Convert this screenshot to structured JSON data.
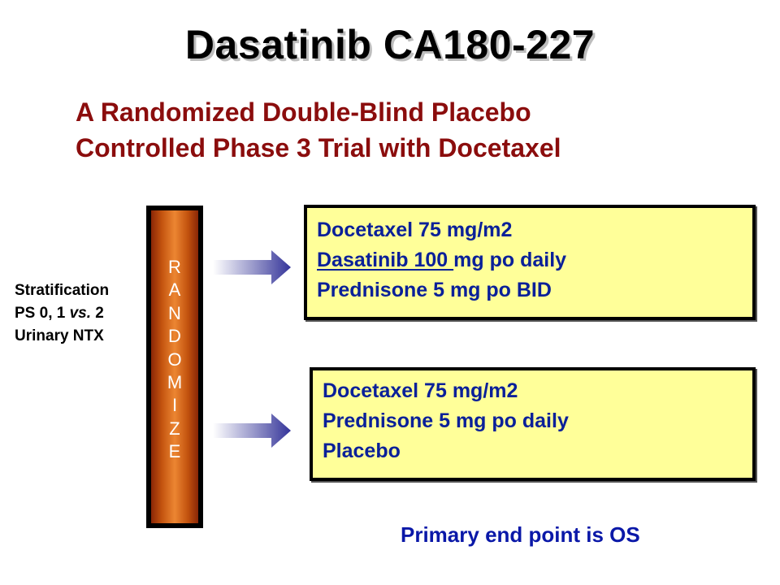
{
  "title": "Dasatinib CA180-227",
  "subtitle": {
    "line1": "A Randomized Double-Blind Placebo",
    "line2": "Controlled Phase 3 Trial with Docetaxel"
  },
  "stratification": {
    "line1": "Stratification",
    "line2_prefix": "PS 0, 1 ",
    "line2_italic": "vs.",
    "line2_suffix": " 2",
    "line3": "Urinary NTX"
  },
  "randomize_letters": [
    "R",
    "A",
    "N",
    "D",
    "O",
    "M",
    "I",
    "Z",
    "E"
  ],
  "arm1": {
    "line1": "Docetaxel 75 mg/m2",
    "line2_underlined": "Dasatinib 100 ",
    "line2_rest": "mg po daily",
    "line3": "Prednisone 5 mg po BID"
  },
  "arm2": {
    "line1": "Docetaxel 75 mg/m2",
    "line2": "Prednisone 5 mg po daily",
    "line3": "Placebo"
  },
  "endpoint": "Primary end point is OS",
  "colors": {
    "title": "#000000",
    "subtitle": "#8b0d0d",
    "arm_text": "#0a2099",
    "arm_box_fill": "#ffff99",
    "randomize_bar": "#c2520e",
    "arrow": "#3a3a9a",
    "endpoint": "#0a18a8"
  }
}
